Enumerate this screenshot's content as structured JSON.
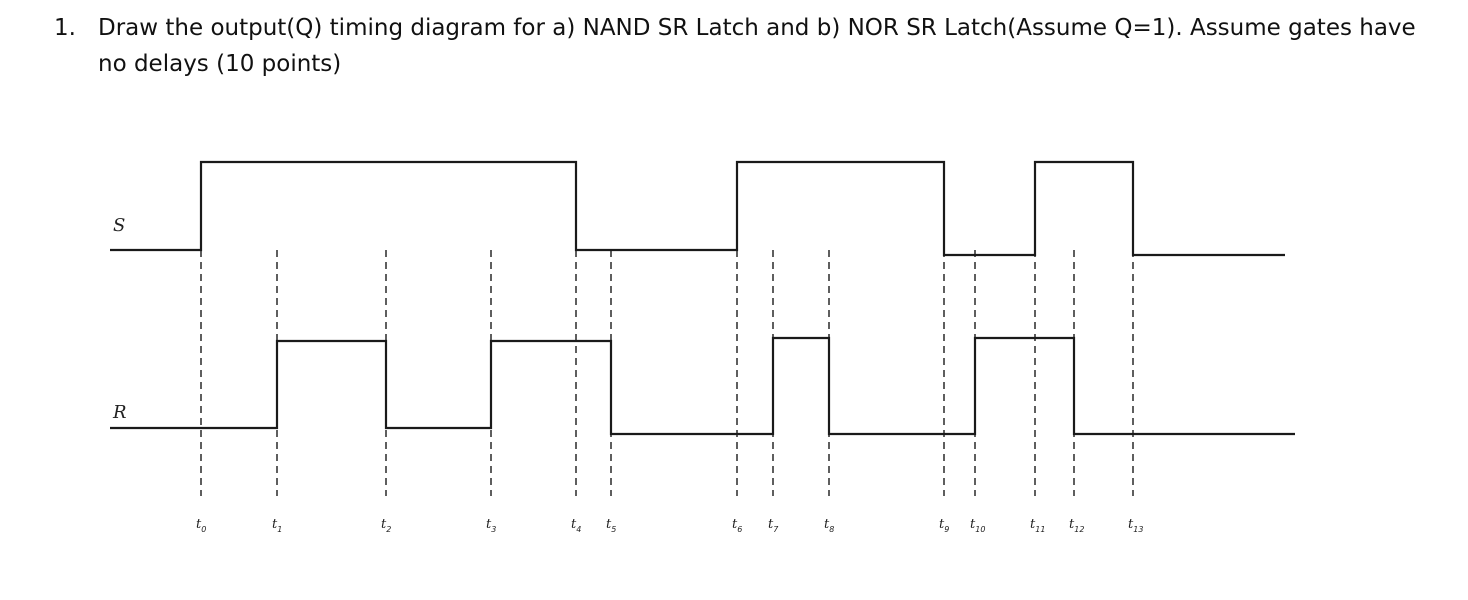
{
  "question": {
    "number": "1.",
    "text": "Draw the output(Q) timing diagram for a) NAND SR Latch and b) NOR SR Latch(Assume Q=1). Assume gates have no delays (10 points)"
  },
  "diagram": {
    "signals": [
      {
        "name": "S",
        "initial": 0,
        "transitions": [
          {
            "time": "t0",
            "level": 1
          },
          {
            "time": "t4",
            "level": 0
          },
          {
            "time": "t6",
            "level": 1
          },
          {
            "time": "t9",
            "level": 0
          },
          {
            "time": "t11",
            "level": 1
          },
          {
            "time": "t13",
            "level": 0
          }
        ]
      },
      {
        "name": "R",
        "initial": 0,
        "transitions": [
          {
            "time": "t1",
            "level": 1
          },
          {
            "time": "t2",
            "level": 0
          },
          {
            "time": "t3",
            "level": 1
          },
          {
            "time": "t5",
            "level": 0
          },
          {
            "time": "t7",
            "level": 1
          },
          {
            "time": "t8",
            "level": 0
          },
          {
            "time": "t10",
            "level": 1
          },
          {
            "time": "t12",
            "level": 0
          }
        ]
      }
    ],
    "time_markers": [
      {
        "id": "t0",
        "base": "t",
        "sub": "0"
      },
      {
        "id": "t1",
        "base": "t",
        "sub": "1"
      },
      {
        "id": "t2",
        "base": "t",
        "sub": "2"
      },
      {
        "id": "t3",
        "base": "t",
        "sub": "3"
      },
      {
        "id": "t4",
        "base": "t",
        "sub": "4"
      },
      {
        "id": "t5",
        "base": "t",
        "sub": "5"
      },
      {
        "id": "t6",
        "base": "t",
        "sub": "6"
      },
      {
        "id": "t7",
        "base": "t",
        "sub": "7"
      },
      {
        "id": "t8",
        "base": "t",
        "sub": "8"
      },
      {
        "id": "t9",
        "base": "t",
        "sub": "9"
      },
      {
        "id": "t10",
        "base": "t",
        "sub": "10"
      },
      {
        "id": "t11",
        "base": "t",
        "sub": "11"
      },
      {
        "id": "t12",
        "base": "t",
        "sub": "12"
      },
      {
        "id": "t13",
        "base": "t",
        "sub": "13"
      }
    ],
    "line_color": "#1a1a1a"
  }
}
